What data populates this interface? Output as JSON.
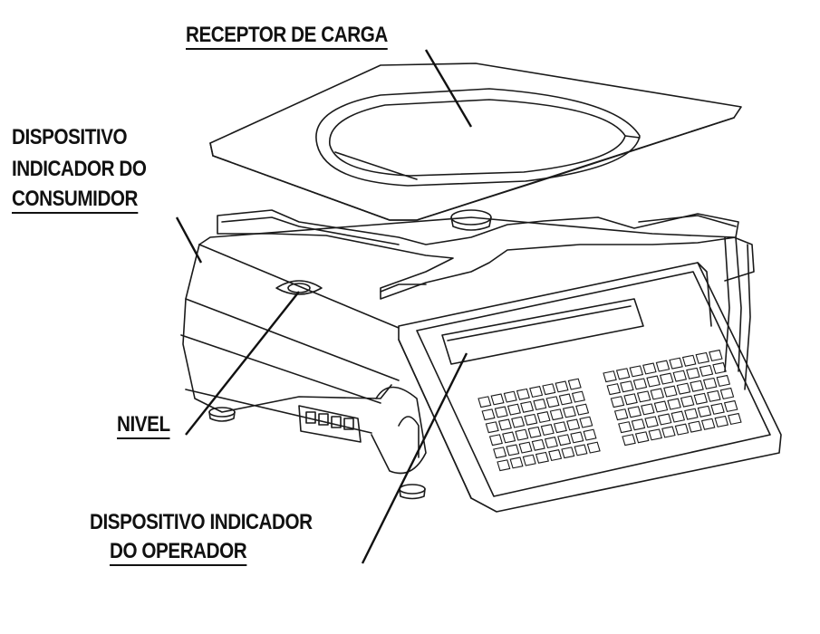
{
  "labels": {
    "load_receiver": "RECEPTOR DE CARGA",
    "consumer_display_1": "DISPOSITIVO",
    "consumer_display_2": "INDICADOR DO",
    "consumer_display_3": "CONSUMIDOR",
    "level": "NIVEL",
    "operator_display_1": "DISPOSITIVO INDICADOR",
    "operator_display_2": "DO OPERADOR"
  },
  "colors": {
    "line": "#111111",
    "background": "#ffffff"
  }
}
